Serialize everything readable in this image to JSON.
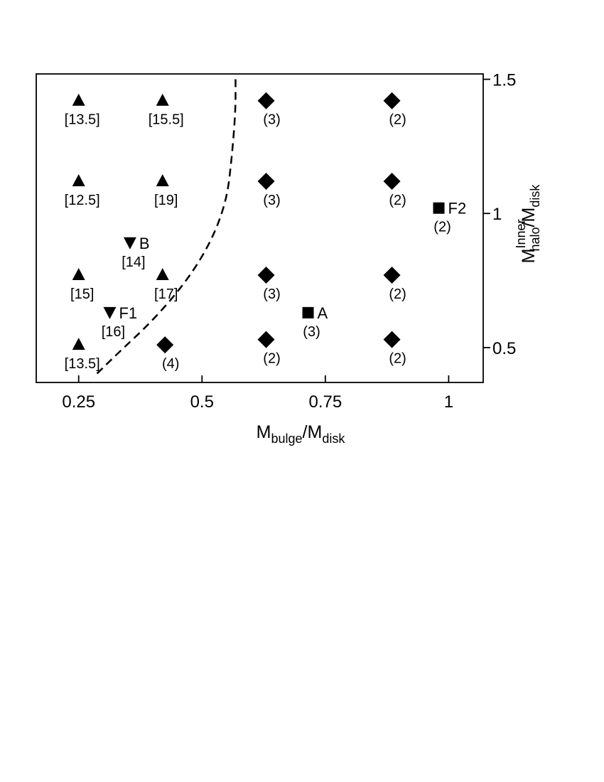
{
  "chart_data": {
    "type": "scatter",
    "xlabel": "M_bulge/M_disk",
    "xlabel_main": "M",
    "xlabel_sub1": "bulge",
    "xlabel_mid": "/M",
    "xlabel_sub2": "disk",
    "ylabel_main": "M",
    "ylabel_sup": "Inner",
    "ylabel_sub1": "halo",
    "ylabel_mid": "/M",
    "ylabel_sub2": "disk",
    "xlim": [
      0.164,
      1.07
    ],
    "ylim": [
      0.37,
      1.52
    ],
    "y_axis_position": "right",
    "grid": false,
    "x_ticks": [
      {
        "v": 0.25,
        "label": "0.25"
      },
      {
        "v": 0.5,
        "label": "0.5"
      },
      {
        "v": 0.75,
        "label": "0.75"
      },
      {
        "v": 1,
        "label": "1"
      }
    ],
    "y_ticks": [
      {
        "v": 0.5,
        "label": "0.5"
      },
      {
        "v": 1,
        "label": "1"
      },
      {
        "v": 1.5,
        "label": "1.5"
      }
    ],
    "points": [
      {
        "x": 0.25,
        "y": 1.42,
        "marker": "triangle-up",
        "annotation": "[13.5]"
      },
      {
        "x": 0.42,
        "y": 1.42,
        "marker": "triangle-up",
        "annotation": "[15.5]"
      },
      {
        "x": 0.25,
        "y": 1.12,
        "marker": "triangle-up",
        "annotation": "[12.5]"
      },
      {
        "x": 0.42,
        "y": 1.12,
        "marker": "triangle-up",
        "annotation": "[19]"
      },
      {
        "x": 0.25,
        "y": 0.77,
        "marker": "triangle-up",
        "annotation": "[15]"
      },
      {
        "x": 0.42,
        "y": 0.77,
        "marker": "triangle-up",
        "annotation": "[17]"
      },
      {
        "x": 0.25,
        "y": 0.51,
        "marker": "triangle-up",
        "annotation": "[13.5]"
      },
      {
        "x": 0.354,
        "y": 0.89,
        "marker": "triangle-down",
        "name": "B",
        "annotation": "[14]"
      },
      {
        "x": 0.313,
        "y": 0.63,
        "marker": "triangle-down",
        "name": "F1",
        "annotation": "[16]"
      },
      {
        "x": 0.63,
        "y": 1.42,
        "marker": "diamond",
        "annotation": "(3)"
      },
      {
        "x": 0.885,
        "y": 1.42,
        "marker": "diamond",
        "annotation": "(2)"
      },
      {
        "x": 0.63,
        "y": 1.12,
        "marker": "diamond",
        "annotation": "(3)"
      },
      {
        "x": 0.885,
        "y": 1.12,
        "marker": "diamond",
        "annotation": "(2)"
      },
      {
        "x": 0.63,
        "y": 0.77,
        "marker": "diamond",
        "annotation": "(3)"
      },
      {
        "x": 0.885,
        "y": 0.77,
        "marker": "diamond",
        "annotation": "(2)"
      },
      {
        "x": 0.63,
        "y": 0.53,
        "marker": "diamond",
        "annotation": "(2)"
      },
      {
        "x": 0.885,
        "y": 0.53,
        "marker": "diamond",
        "annotation": "(2)"
      },
      {
        "x": 0.425,
        "y": 0.51,
        "marker": "diamond",
        "annotation": "(4)"
      },
      {
        "x": 0.715,
        "y": 0.63,
        "marker": "square",
        "name": "A",
        "annotation": "(3)"
      },
      {
        "x": 0.98,
        "y": 1.02,
        "marker": "square",
        "name": "F2",
        "annotation": "(2)"
      }
    ],
    "boundary_curve": {
      "style": "dashed",
      "x": [
        0.568,
        0.568,
        0.56,
        0.55,
        0.52,
        0.47,
        0.4,
        0.33,
        0.28
      ],
      "y": [
        1.5,
        1.38,
        1.2,
        1.05,
        0.9,
        0.75,
        0.6,
        0.48,
        0.39
      ]
    }
  }
}
